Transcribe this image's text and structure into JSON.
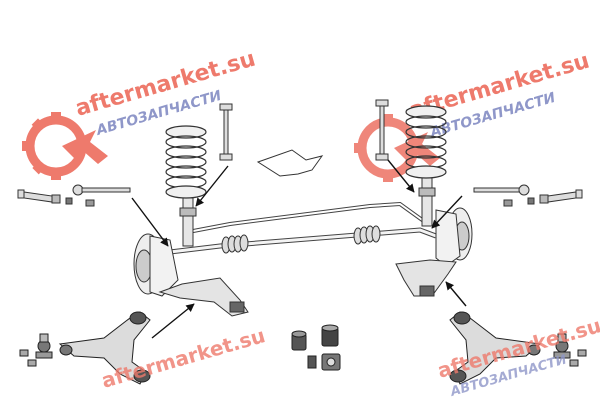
{
  "watermark": {
    "brand": "aftermarket.su",
    "subtitle": "АВТОЗАПЧАСТИ",
    "brand_color": "#ee7a6c",
    "subtitle_color": "#8f97c9"
  },
  "colors": {
    "line": "#333333",
    "part_fill": "#e9e9e9",
    "part_dark": "#9a9a9a",
    "bushing": "#5a5a5a"
  },
  "parts": {
    "front_direction_arrow": "outline-arrow",
    "springs": [
      "coil-spring-left",
      "coil-spring-right"
    ],
    "stabilizer_links": [
      "stabilizer-link-left",
      "stabilizer-link-right"
    ],
    "tie_rod_ends": [
      "tie-rod-end-left",
      "tie-rod-end-right"
    ],
    "control_arms": [
      "control-arm-left",
      "control-arm-right"
    ],
    "ball_joints": [
      "ball-joint-left",
      "ball-joint-right"
    ],
    "bushings": "bushing-set"
  }
}
